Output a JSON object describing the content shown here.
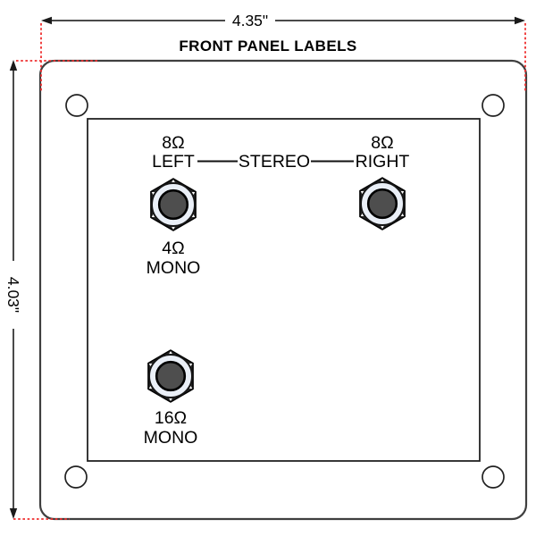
{
  "title": "FRONT PANEL LABELS",
  "dimensions": {
    "width": "4.35\"",
    "height": "4.03\""
  },
  "jacks": {
    "stereo_left_impedance": "8Ω",
    "stereo_left": "LEFT",
    "stereo": "STEREO",
    "stereo_right": "RIGHT",
    "stereo_right_impedance": "8Ω",
    "mono4_impedance": "4Ω",
    "mono4_label": "MONO",
    "mono16_impedance": "16Ω",
    "mono16_label": "MONO"
  },
  "colors": {
    "extension_red": "#ee2e2e",
    "jack_body": "#262626",
    "jack_ring": "#eaeff7",
    "jack_center": "#4e4e4e"
  }
}
